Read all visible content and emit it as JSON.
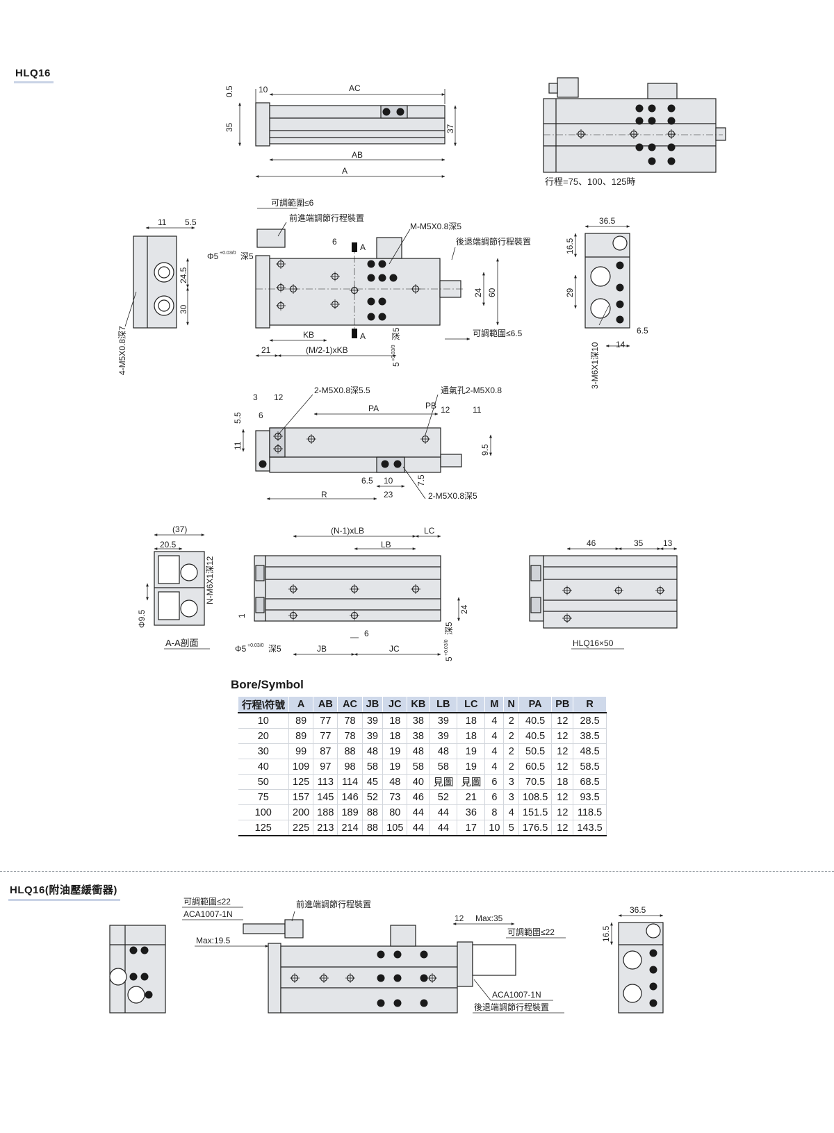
{
  "section1": {
    "title": "HLQ16"
  },
  "section2": {
    "title": "HLQ16(附油壓緩衝器)"
  },
  "views": {
    "top_elevation": {
      "dims": [
        "0.5",
        "10",
        "AC",
        "35",
        "37",
        "AB",
        "A"
      ]
    },
    "long_stroke": {
      "note": "行程=75、100、125時"
    },
    "front_left": {
      "dims": [
        "11",
        "5.5",
        "24.5",
        "30"
      ],
      "callout": "4-M5X0.8深7"
    },
    "main_plan": {
      "dims": [
        "可調範圍≤6",
        "前進端調節行程裝置",
        "M-M5X0.8深5",
        "後退端調節行程裝置",
        "6",
        "A",
        "A",
        "24",
        "60",
        "KB",
        "21",
        "(M/2-1)xKB",
        "可調範圍≤6.5"
      ],
      "phi": "Φ5",
      "phi_tol": "+0.03/0",
      "phi_suffix": "深5",
      "dim_5": "5",
      "dim_5_tol": "+0.03/0",
      "dim_5_suffix": "深5"
    },
    "right_end": {
      "dims": [
        "36.5",
        "16.5",
        "29",
        "6.5",
        "14"
      ],
      "callout": "3-M6X1深10"
    },
    "bottom_plan": {
      "dims": [
        "3",
        "12",
        "2-M5X0.8深5.5",
        "通氣孔2-M5X0.8",
        "5.5",
        "6",
        "PA",
        "PB",
        "12",
        "11",
        "11",
        "9.5",
        "6.5",
        "10",
        "7.5",
        "R",
        "23",
        "2-M5X0.8深5"
      ]
    },
    "section_aa": {
      "dims": [
        "(37)",
        "20.5",
        "N-M6X1深12",
        "Φ9.5"
      ],
      "caption": "A-A剖面"
    },
    "side_lower": {
      "dims": [
        "(N-1)xLB",
        "LC",
        "LB",
        "1",
        "24",
        "6",
        "JB",
        "JC"
      ],
      "phi": "Φ5",
      "phi_tol": "+0.03/0",
      "phi_suffix": "深5",
      "dim_5": "5",
      "dim_5_tol": "+0.03/0",
      "dim_5_suffix": "深5"
    },
    "hlq16x50": {
      "dims": [
        "46",
        "35",
        "13"
      ],
      "caption": "HLQ16×50"
    },
    "shock": {
      "dims": [
        "可調範圍≤22",
        "ACA1007-1N",
        "Max:19.5",
        "前進端調節行程裝置",
        "12",
        "Max:35",
        "可調範圍≤22",
        "ACA1007-1N",
        "後退端調節行程裝置"
      ]
    },
    "shock_right": {
      "dims": [
        "36.5",
        "16.5"
      ]
    }
  },
  "table": {
    "caption": "Bore/Symbol",
    "headers": [
      "行程\\符號",
      "A",
      "AB",
      "AC",
      "JB",
      "JC",
      "KB",
      "LB",
      "LC",
      "M",
      "N",
      "PA",
      "PB",
      "R"
    ],
    "rows": [
      [
        "10",
        "89",
        "77",
        "78",
        "39",
        "18",
        "38",
        "39",
        "18",
        "4",
        "2",
        "40.5",
        "12",
        "28.5"
      ],
      [
        "20",
        "89",
        "77",
        "78",
        "39",
        "18",
        "38",
        "39",
        "18",
        "4",
        "2",
        "40.5",
        "12",
        "38.5"
      ],
      [
        "30",
        "99",
        "87",
        "88",
        "48",
        "19",
        "48",
        "48",
        "19",
        "4",
        "2",
        "50.5",
        "12",
        "48.5"
      ],
      [
        "40",
        "109",
        "97",
        "98",
        "58",
        "19",
        "58",
        "58",
        "19",
        "4",
        "2",
        "60.5",
        "12",
        "58.5"
      ],
      [
        "50",
        "125",
        "113",
        "114",
        "45",
        "48",
        "40",
        "見圖",
        "見圖",
        "6",
        "3",
        "70.5",
        "18",
        "68.5"
      ],
      [
        "75",
        "157",
        "145",
        "146",
        "52",
        "73",
        "46",
        "52",
        "21",
        "6",
        "3",
        "108.5",
        "12",
        "93.5"
      ],
      [
        "100",
        "200",
        "188",
        "189",
        "88",
        "80",
        "44",
        "44",
        "36",
        "8",
        "4",
        "151.5",
        "12",
        "118.5"
      ],
      [
        "125",
        "225",
        "213",
        "214",
        "88",
        "105",
        "44",
        "44",
        "17",
        "10",
        "5",
        "176.5",
        "12",
        "143.5"
      ]
    ]
  }
}
